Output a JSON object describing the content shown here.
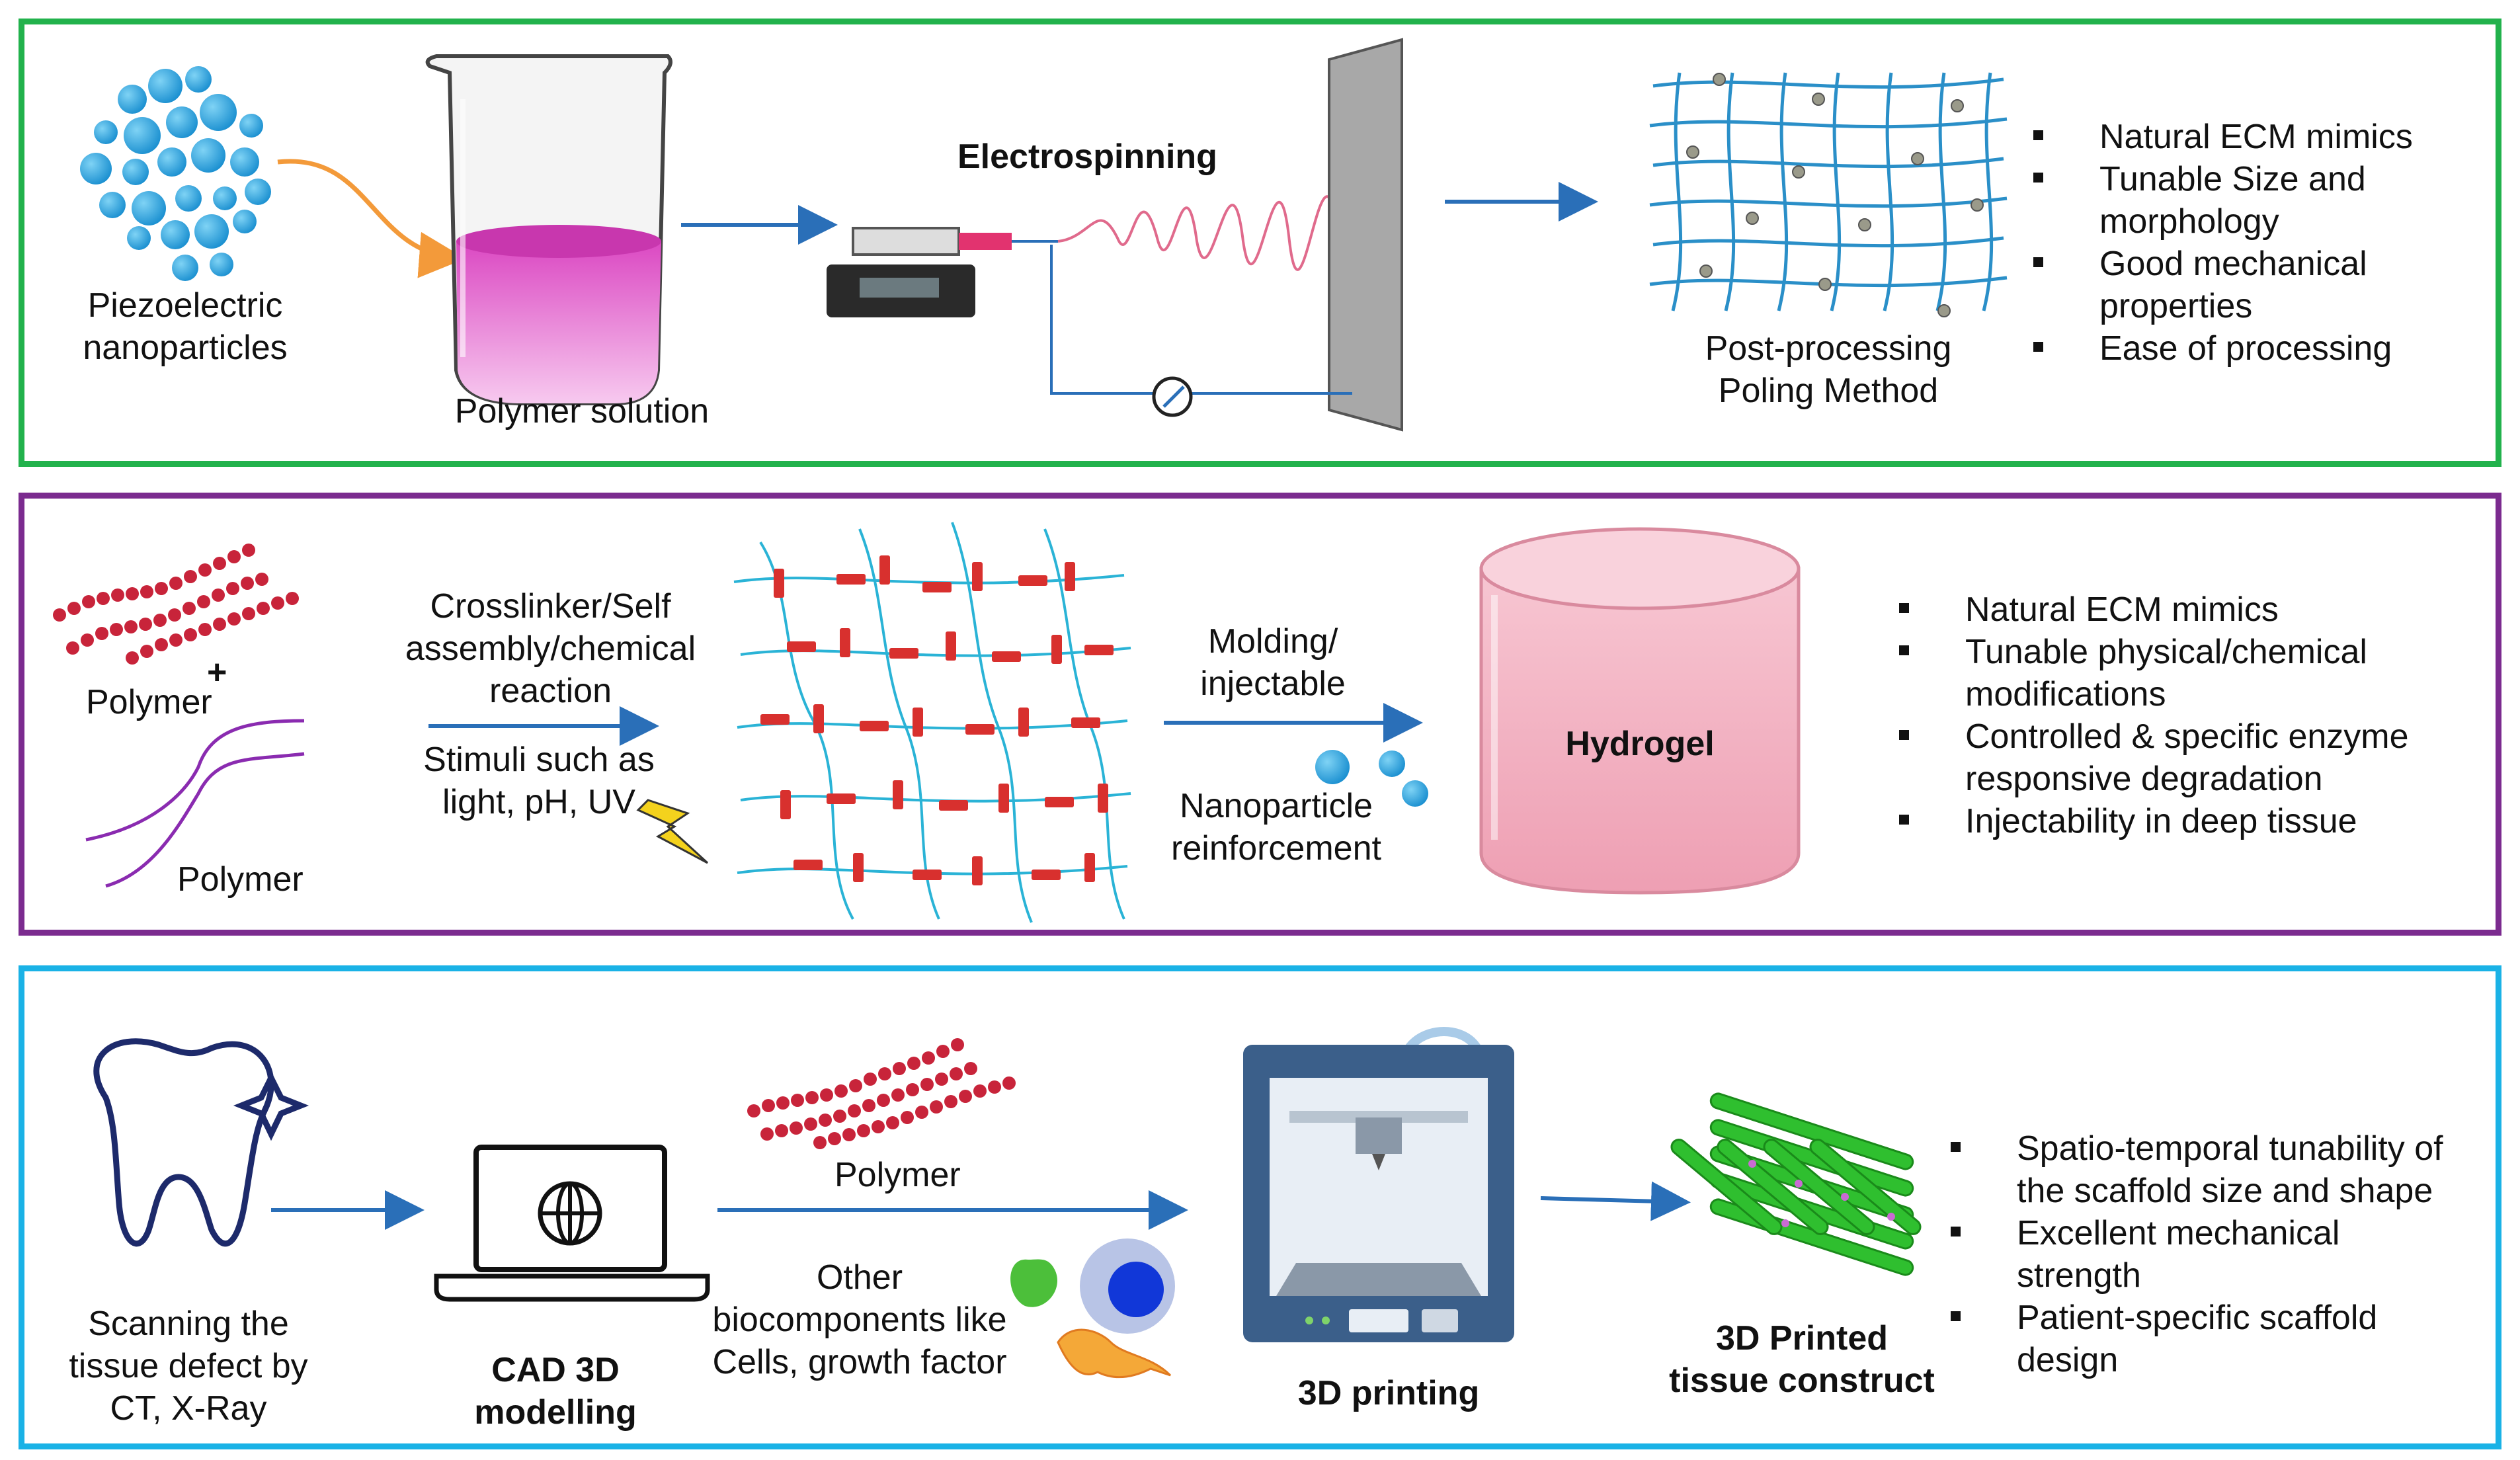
{
  "panel1": {
    "nanoparticles_label": "Piezoelectric\nnanoparticles",
    "polymer_solution_label": "Polymer solution",
    "electrospinning_label": "Electrospinning",
    "post_processing_label": "Post-processing\nPoling Method",
    "bullets": [
      "Natural ECM mimics",
      "Tunable Size and\nmorphology",
      "Good mechanical\nproperties",
      "Ease of processing"
    ]
  },
  "panel2": {
    "polymer_label_1": "Polymer",
    "plus": "+",
    "polymer_label_2": "Polymer",
    "crosslinker_label": "Crosslinker/Self\nassembly/chemical\nreaction",
    "stimuli_label": "Stimuli such as\nlight, pH, UV",
    "molding_label": "Molding/\ninjectable",
    "nanoparticle_label": "Nanoparticle\nreinforcement",
    "hydrogel_label": "Hydrogel",
    "bullets": [
      "Natural ECM mimics",
      "Tunable physical/chemical\nmodifications",
      "Controlled & specific enzyme\nresponsive degradation",
      "Injectability in deep tissue"
    ]
  },
  "panel3": {
    "scanning_label": "Scanning the\ntissue defect by\nCT, X-Ray",
    "cad_label": "CAD 3D\nmodelling",
    "polymer_label": "Polymer",
    "other_label": "Other\nbiocomponents like\nCells, growth factor",
    "printing_label": "3D printing",
    "construct_label": "3D Printed\ntissue construct",
    "bullets": [
      "Spatio-temporal tunability of\nthe scaffold size and shape",
      "Excellent mechanical\nstrength",
      "Patient-specific scaffold\ndesign"
    ]
  },
  "colors": {
    "panel1_border": "#22b24c",
    "panel2_border": "#7b2b8f",
    "panel3_border": "#1ab2e6",
    "arrow": "#2a6fb8",
    "polymer_beads": "#c8243a",
    "hydrogel": "#f2b8c6",
    "scaffold": "#2fbf2f"
  }
}
